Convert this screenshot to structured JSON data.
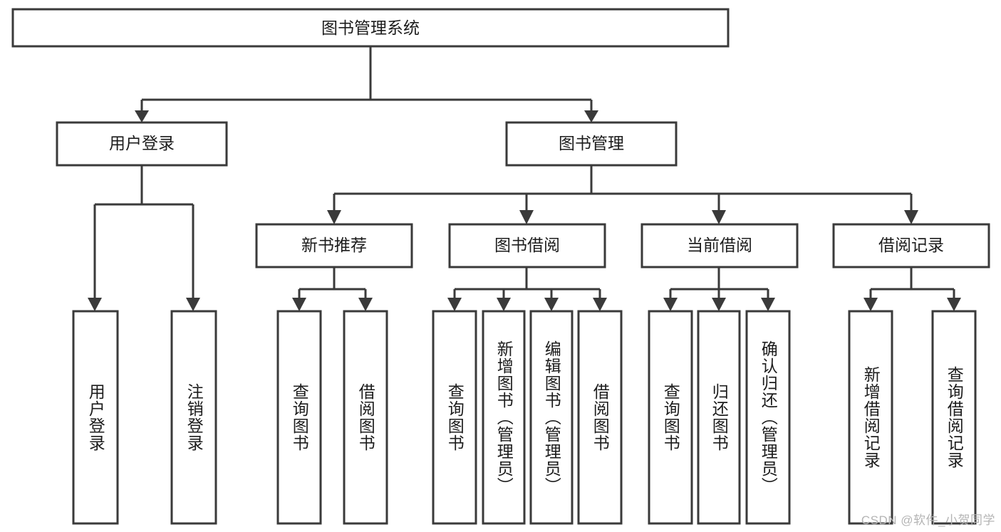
{
  "diagram": {
    "title": "图书管理系统",
    "type": "tree-hierarchy-chart",
    "root": {
      "label": "图书管理系统"
    },
    "level2": [
      {
        "label": "用户登录"
      },
      {
        "label": "图书管理"
      }
    ],
    "level3": [
      {
        "label": "新书推荐"
      },
      {
        "label": "图书借阅"
      },
      {
        "label": "当前借阅"
      },
      {
        "label": "借阅记录"
      }
    ],
    "leaves": {
      "user_login": [
        {
          "label": "用户登录"
        },
        {
          "label": "注销登录"
        }
      ],
      "new_book_recommend": [
        {
          "label": "查询图书"
        },
        {
          "label": "借阅图书"
        }
      ],
      "book_borrow": [
        {
          "label": "查询图书"
        },
        {
          "label": "新增图书（管理员）"
        },
        {
          "label": "编辑图书（管理员）"
        },
        {
          "label": "借阅图书"
        }
      ],
      "current_borrow": [
        {
          "label": "查询图书"
        },
        {
          "label": "归还图书"
        },
        {
          "label": "确认归还（管理员）"
        }
      ],
      "borrow_record": [
        {
          "label": "新增借阅记录"
        },
        {
          "label": "查询借阅记录"
        }
      ]
    }
  },
  "watermark": {
    "text": "CSDN @软件_小贺同学"
  },
  "colors": {
    "stroke": "#3a3a3a",
    "box_fill": "#ffffff",
    "text": "#1c1c1c",
    "watermark": "#b4b4b4",
    "background": "#ffffff"
  }
}
